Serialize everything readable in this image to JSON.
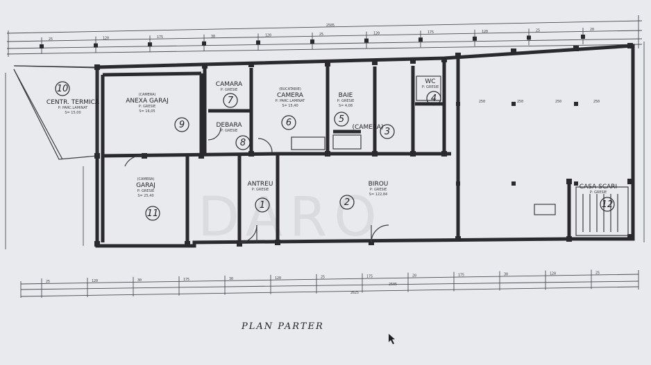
{
  "title": "PLAN PARTER",
  "watermark": "DARO",
  "rooms": [
    {
      "num": "10",
      "name": "CENTR. TERMICA",
      "sub": "P: PARC.LAMINAT",
      "area": "S= 15,00"
    },
    {
      "num": "9",
      "name": "ANEXA GARAJ",
      "sub": "P: GRESIE",
      "area": "S= 16,05",
      "tag": "(CAMERA)"
    },
    {
      "num": "7",
      "name": "CAMARA",
      "sub": "P: GRESIE",
      "area": ""
    },
    {
      "num": "8",
      "name": "DEBARA",
      "sub": "P: GRESIE",
      "area": ""
    },
    {
      "num": "6",
      "name": "CAMERA",
      "sub": "P: PARC.LAMINAT",
      "area": "S= 15,40",
      "tag": "(BUCATARIE)"
    },
    {
      "num": "5",
      "name": "BAIE",
      "sub": "P: GRESIE",
      "area": "S= 4,08"
    },
    {
      "num": "4",
      "name": "WC",
      "sub": "P: GRESIE",
      "area": ""
    },
    {
      "num": "3",
      "name": "(CAMERA)",
      "sub": "",
      "area": ""
    },
    {
      "num": "11",
      "name": "GARAJ",
      "sub": "P: GRESIE",
      "area": "S= 25,40",
      "tag": "(CAMERA)"
    },
    {
      "num": "1",
      "name": "ANTREU",
      "sub": "P: GRESIE",
      "area": ""
    },
    {
      "num": "2",
      "name": "BIROU",
      "sub": "P: GRESIE",
      "area": "S= 122,84"
    },
    {
      "num": "12",
      "name": "CASA SCARI",
      "sub": "P: GRESIE",
      "area": ""
    }
  ],
  "dimensions": {
    "top": [
      "25",
      "120",
      "175",
      "30",
      "120",
      "25",
      "120",
      "175",
      "120",
      "25",
      "20"
    ],
    "bottom": [
      "25",
      "120",
      "30",
      "175",
      "30",
      "120",
      "25",
      "175",
      "20",
      "175",
      "30",
      "120",
      "25"
    ],
    "totals_top": "2505",
    "totals_bottom": "2505",
    "totals_bottom2": "2625",
    "row_labels": [
      "250",
      "250",
      "250",
      "250"
    ]
  },
  "colors": {
    "wall": "#2a2a2e",
    "paper": "#e9eaed"
  }
}
